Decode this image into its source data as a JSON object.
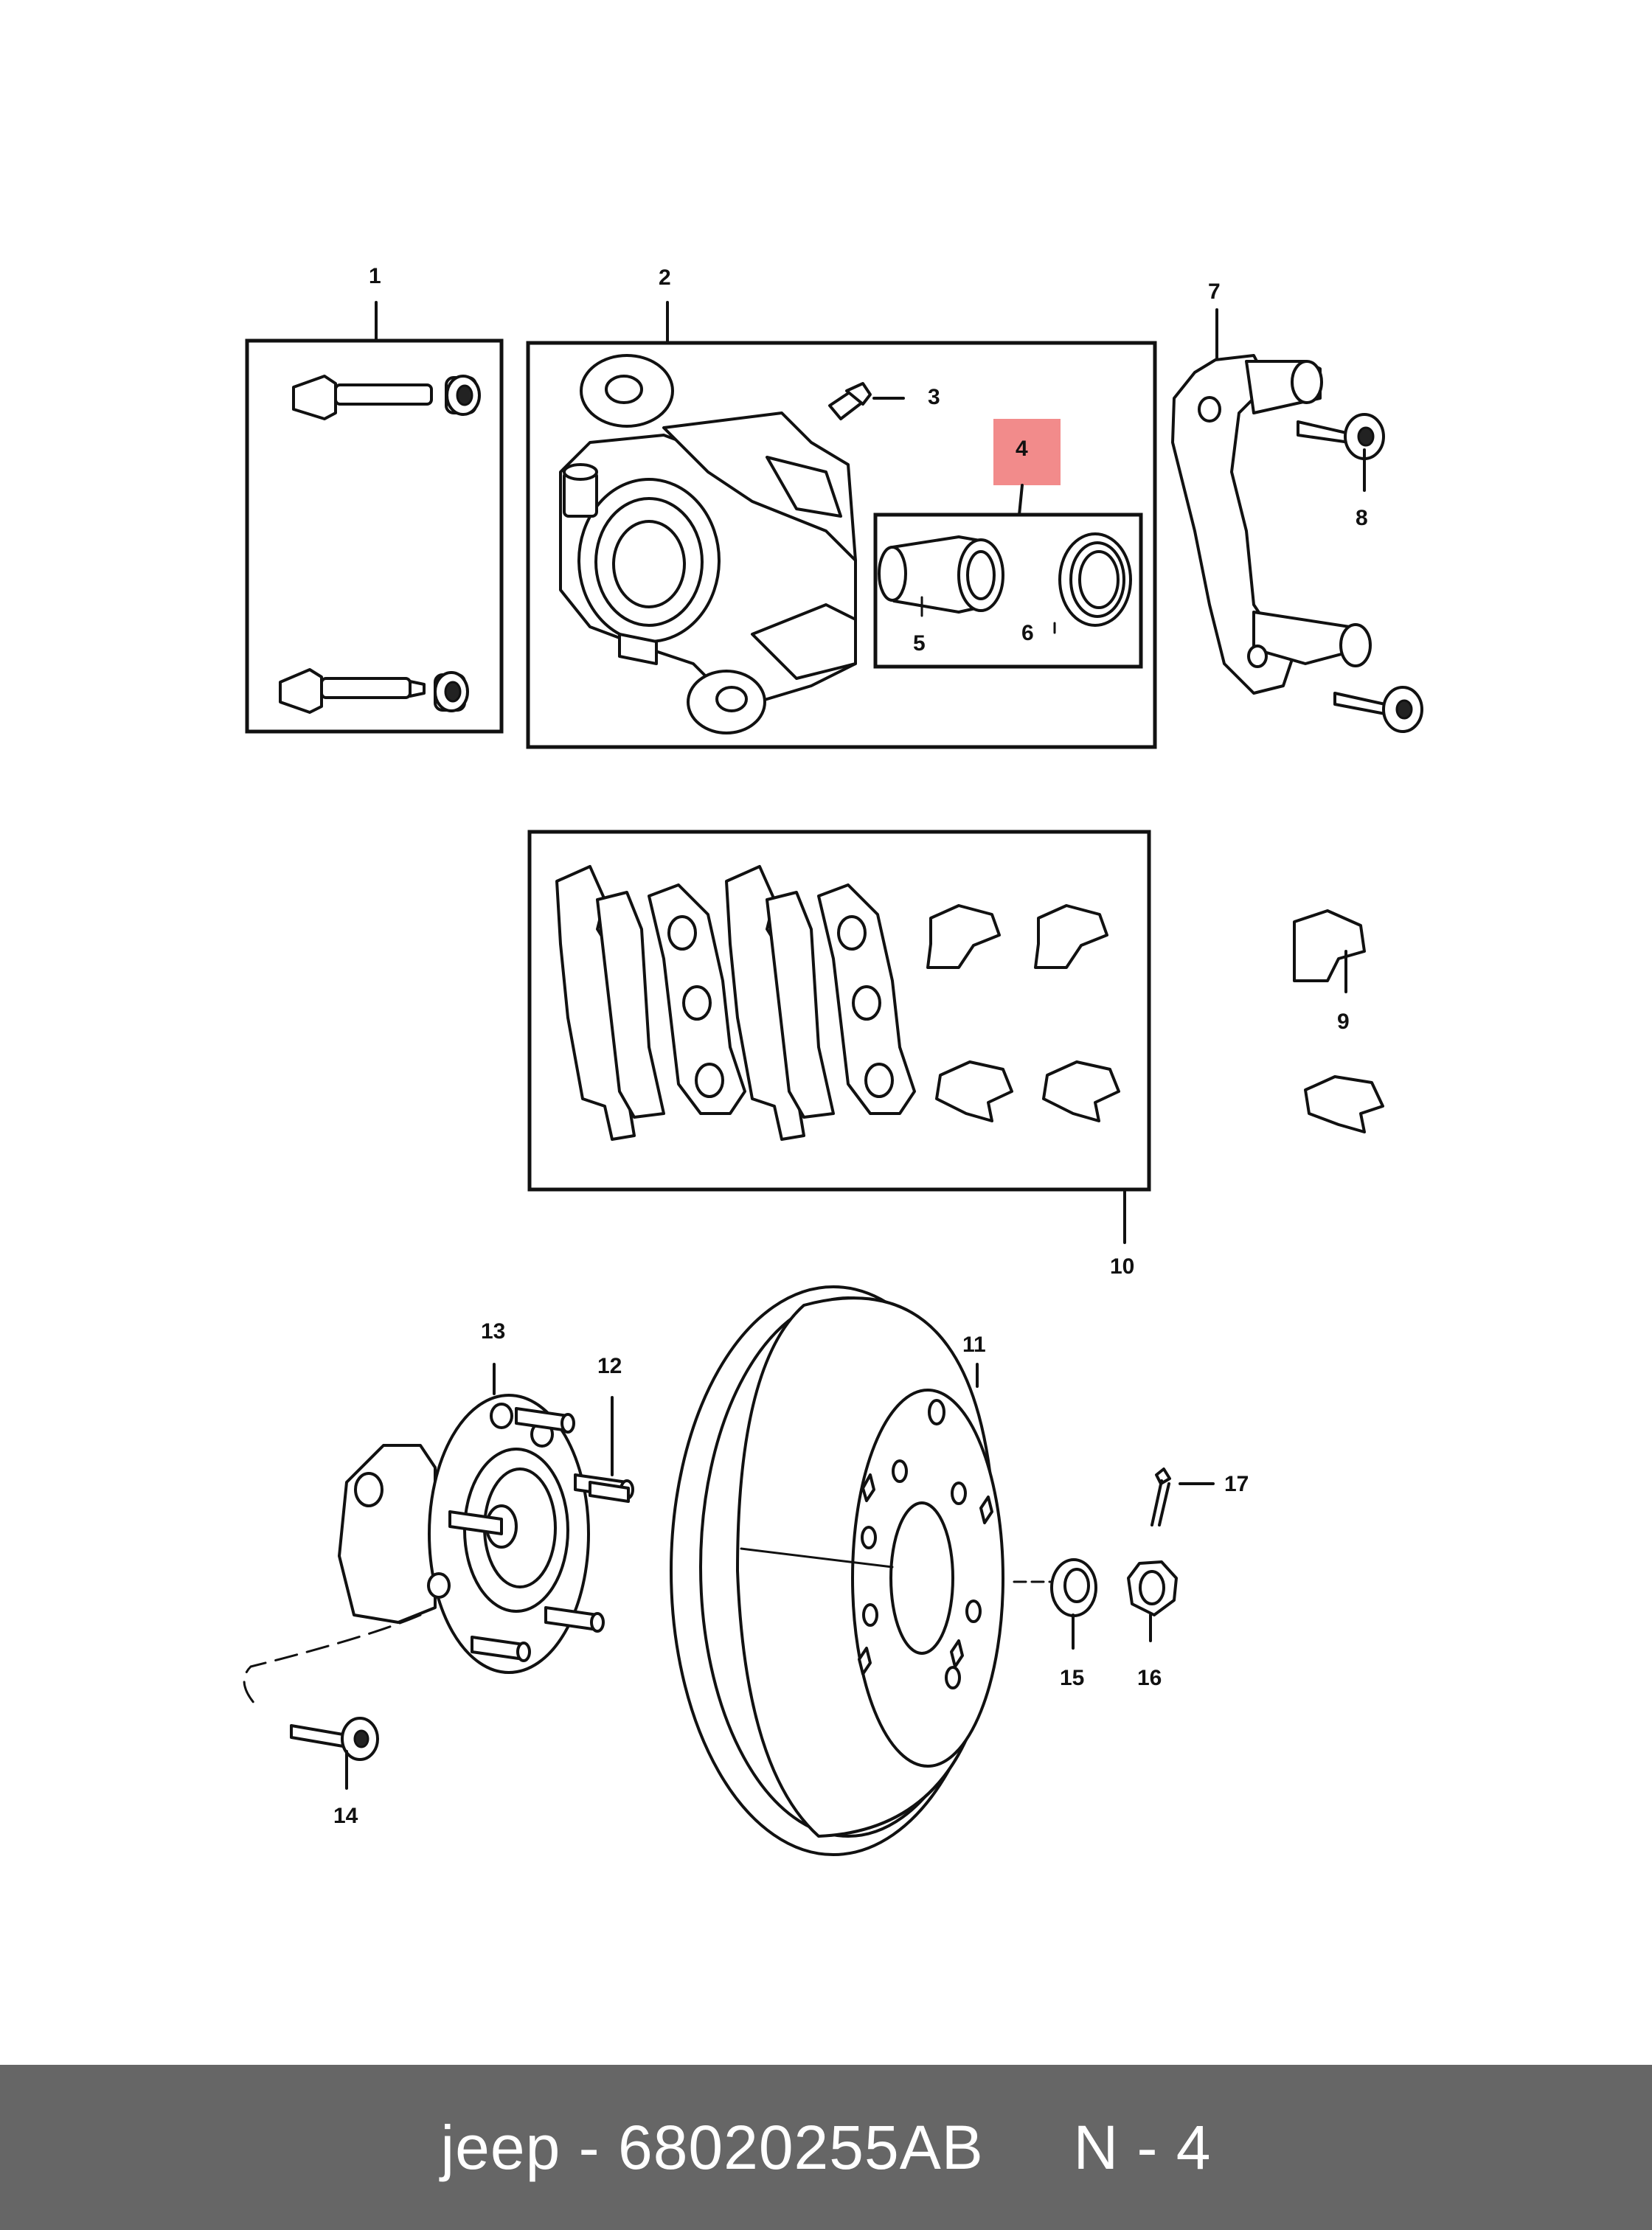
{
  "diagram": {
    "callouts": [
      "1",
      "2",
      "3",
      "4",
      "5",
      "6",
      "7",
      "8",
      "9",
      "10",
      "11",
      "12",
      "13",
      "14",
      "15",
      "16",
      "17"
    ],
    "highlight_color": "#f28b8b"
  },
  "footer": {
    "text": "jeep - 68020255AB     N - 4",
    "background": "#666666",
    "text_color": "#ffffff"
  }
}
